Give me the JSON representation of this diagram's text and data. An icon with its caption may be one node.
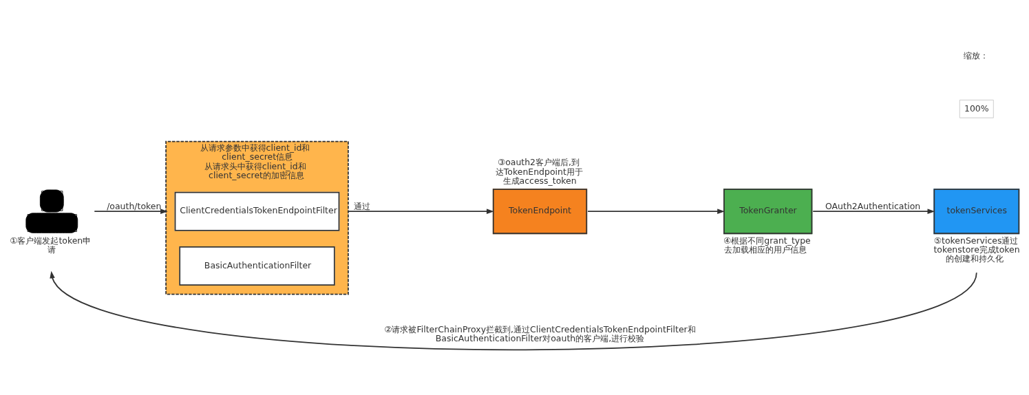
{
  "diagram": {
    "nodes": [
      {
        "text": [],
        "shape": "person",
        "beside": [
          "①客户端发起token申请"
        ]
      },
      {
        "text": [
          "从请求参数中获得client_id和client_secret信息",
          "从请求头中获得client_id和client_secret的加密信息"
        ]
      },
      {
        "text": [
          "ClientCredentialsTokenEndpointFilter"
        ],
        "in": 1
      },
      {
        "text": [
          "BasicAuthenticationFilter"
        ],
        "in": 1
      },
      {
        "text": [
          "TokenEndpoint"
        ],
        "beside": [
          "③oauth2客户端后,到达TokenEndpoint用于生成access_token"
        ]
      },
      {
        "text": [
          "TokenGranter"
        ],
        "beside": [
          "④根据不同grant_type去加载相应的用户信息"
        ]
      },
      {
        "text": [
          "tokenServices"
        ],
        "beside": [
          "⑤tokenServices通过tokenstore完成token的创建和持久化"
        ]
      }
    ],
    "edges": [
      {
        "from": 0,
        "to": 1,
        "arrow": "to",
        "label": "/oauth/token"
      },
      {
        "from": 1,
        "to": 4,
        "arrow": "to",
        "label": "通过"
      },
      {
        "from": 4,
        "to": 5,
        "arrow": "to"
      },
      {
        "from": 5,
        "to": 6,
        "arrow": "to",
        "label": "OAuth2Authentication"
      },
      {
        "from": 6,
        "to": 0,
        "arrow": "to",
        "label": "②请求被FilterChainProxy拦截到,通过ClientCredentialsTokenEndpointFilter和BasicAuthenticationFilter对oauth的客户端,进行校验"
      }
    ],
    "labels": [
      "缩放：",
      "100%"
    ]
  }
}
